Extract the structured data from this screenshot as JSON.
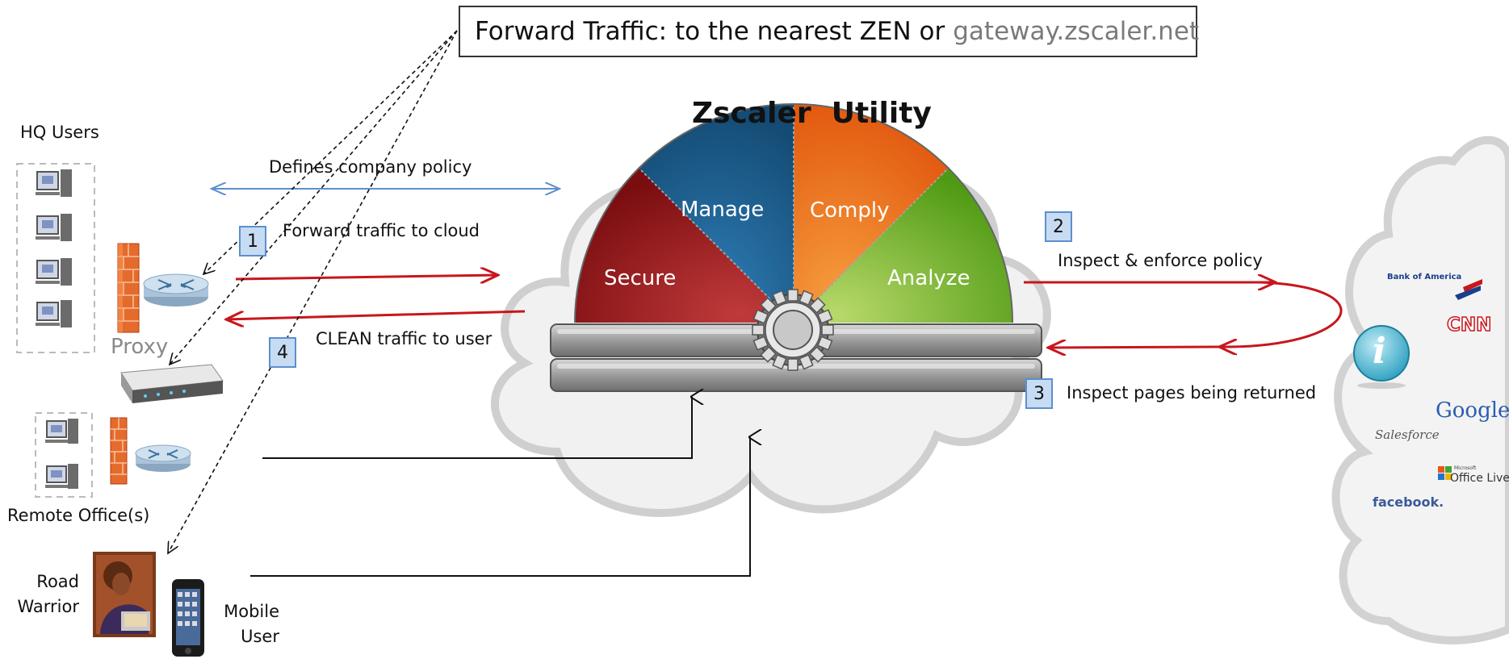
{
  "forward_box": {
    "prefix": "Forward Traffic: to the nearest ZEN or",
    "host": "gateway.zscaler.net"
  },
  "title": "Zscaler  Utility",
  "segments": [
    "Secure",
    "Manage",
    "Comply",
    "Analyze"
  ],
  "labels": {
    "hq_users": "HQ Users",
    "defines_policy": "Defines company policy",
    "forward_to_cloud": "Forward traffic to cloud",
    "clean_traffic": "CLEAN traffic to user",
    "proxy": "Proxy",
    "remote_office": "Remote Office(s)",
    "road_warrior": "Road\nWarrior",
    "mobile_user": "Mobile\nUser",
    "inspect_enforce": "Inspect & enforce policy",
    "inspect_pages": "Inspect  pages being returned"
  },
  "steps": [
    "1",
    "2",
    "3",
    "4"
  ],
  "brands": {
    "bank_of_america": "Bank of America",
    "cnn": "CNN",
    "google": "Google",
    "salesforce": "Salesforce",
    "office_live": "Office Live",
    "microsoft_small": "Microsoft",
    "facebook": "facebook."
  },
  "colors": {
    "secure": "#8e1316",
    "manage": "#1c5f8f",
    "comply": "#ef7a1e",
    "analyze": "#7cb526",
    "red_arrow": "#c8161d",
    "blue_arrow": "#5b8fcf",
    "step_fill": "#c7dcf3"
  }
}
